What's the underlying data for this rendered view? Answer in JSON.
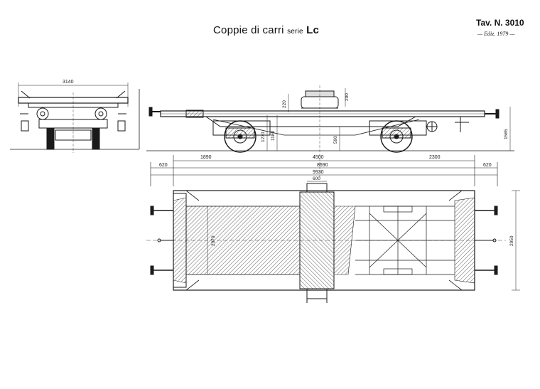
{
  "title": {
    "main": "Coppie di carri",
    "serie": "serie",
    "code": "Lc"
  },
  "sheet": {
    "tav": "Tav. N. 3010",
    "edition": "— Ediz. 1979 —"
  },
  "dimensions": {
    "end_width": "3140",
    "dome_height": "200",
    "frame_depth": "220",
    "buffer_height": "1180",
    "axle_height": "1270",
    "bogie_center": "590",
    "total_height": "1565",
    "d1890": "1890",
    "d4500": "4500",
    "d2300": "2300",
    "overhang_left": "620",
    "overhang_right": "620",
    "d8690": "8690",
    "d9930": "9930",
    "plate": "600",
    "floor_width": "2070",
    "total_width": "2950"
  },
  "colors": {
    "ink": "#1a1a1a",
    "hatch": "#3a3a3a",
    "paper": "#ffffff"
  }
}
